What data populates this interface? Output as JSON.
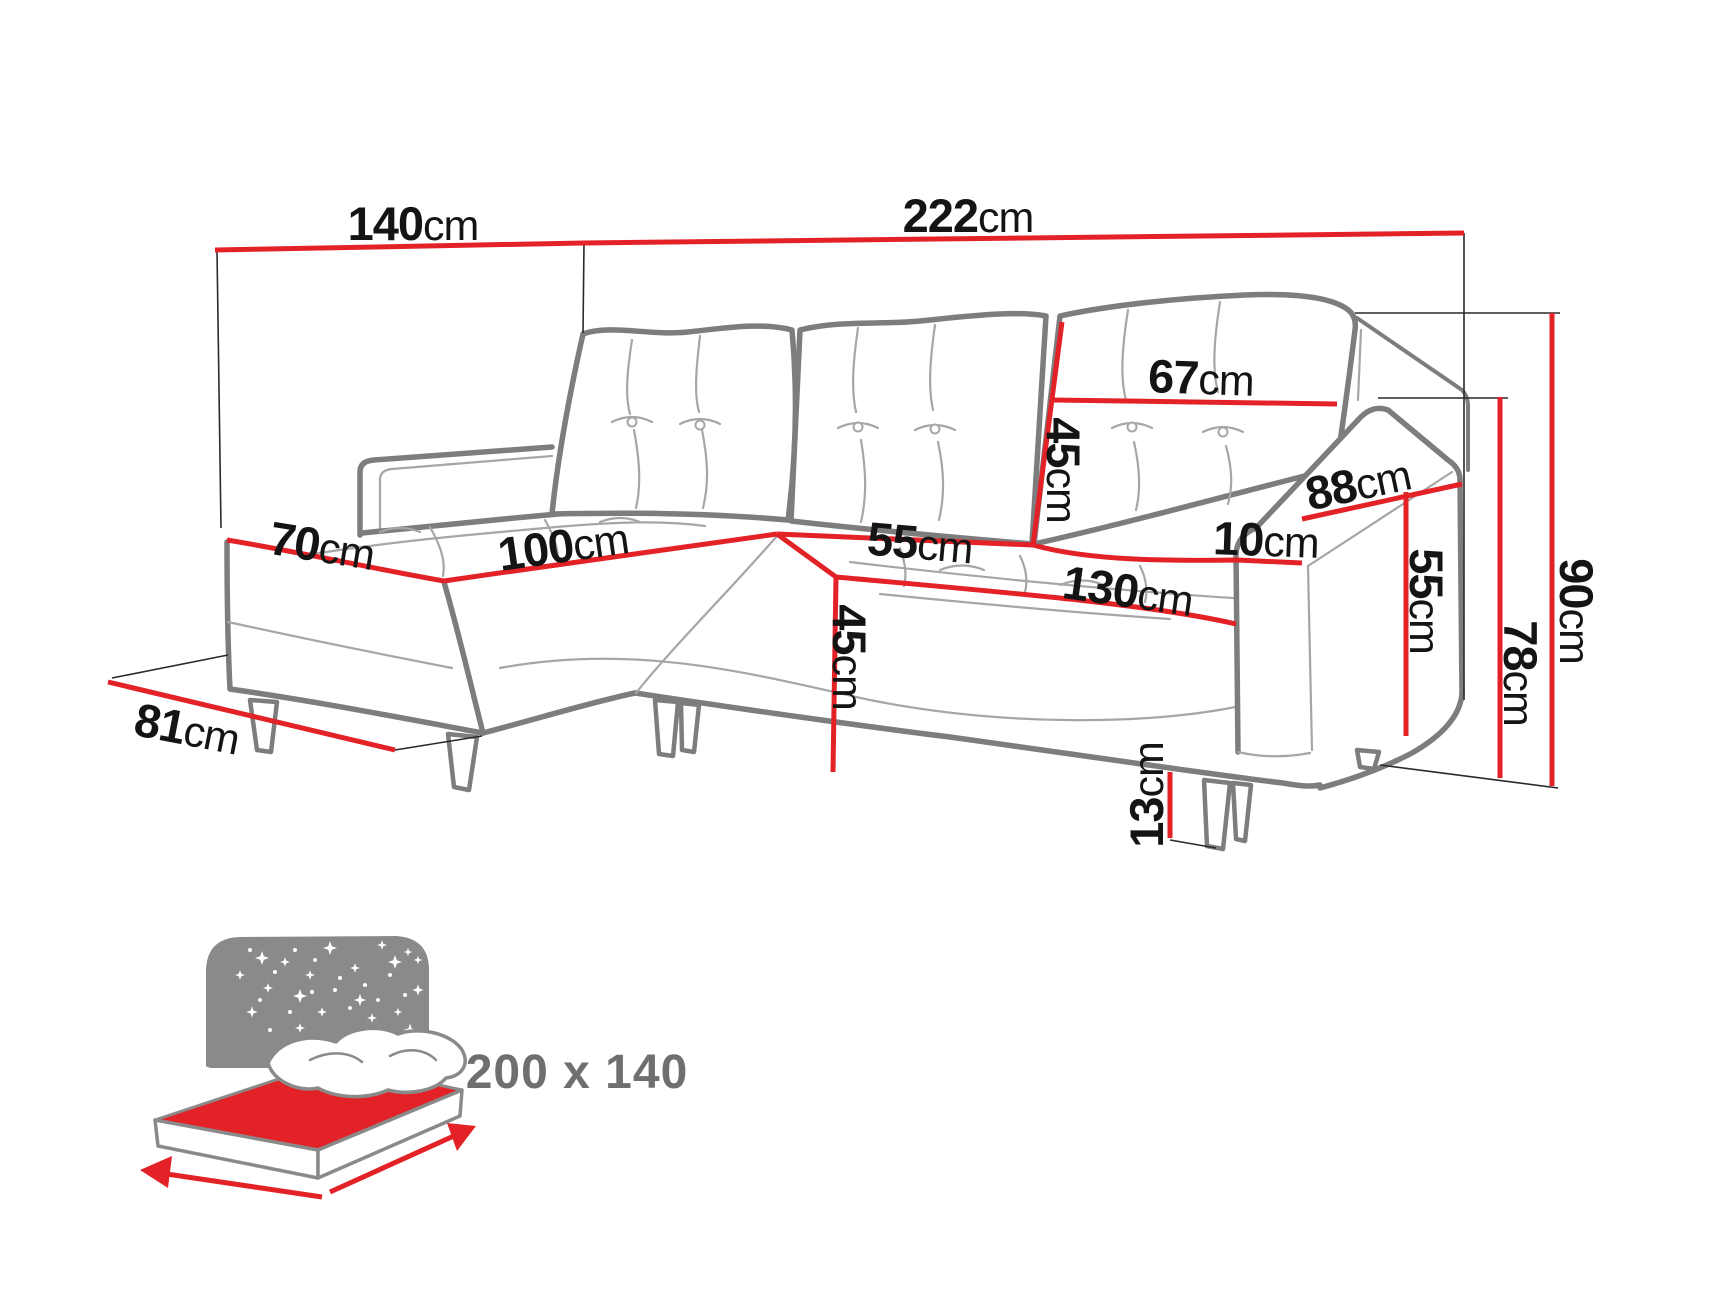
{
  "diagram": {
    "dims": [
      {
        "value": "140",
        "unit": "cm"
      },
      {
        "value": "222",
        "unit": "cm"
      },
      {
        "value": "67",
        "unit": "cm"
      },
      {
        "value": "45",
        "unit": "cm"
      },
      {
        "value": "88",
        "unit": "cm"
      },
      {
        "value": "10",
        "unit": "cm"
      },
      {
        "value": "55",
        "unit": "cm"
      },
      {
        "value": "130",
        "unit": "cm"
      },
      {
        "value": "100",
        "unit": "cm"
      },
      {
        "value": "70",
        "unit": "cm"
      },
      {
        "value": "81",
        "unit": "cm"
      },
      {
        "value": "45",
        "unit": "cm"
      },
      {
        "value": "13",
        "unit": "cm"
      },
      {
        "value": "55",
        "unit": "cm"
      },
      {
        "value": "78",
        "unit": "cm"
      },
      {
        "value": "90",
        "unit": "cm"
      }
    ],
    "sleeping_area": {
      "size": "200 x 140"
    },
    "colors": {
      "dimension_red": "#e32227",
      "sofa_outline_gray": "#7d7d7d",
      "seam_gray": "#a6a6a6",
      "icon_gray": "#8a8a8a",
      "label_black": "#141414",
      "sleeping_text_gray": "#6f6f6f"
    }
  }
}
